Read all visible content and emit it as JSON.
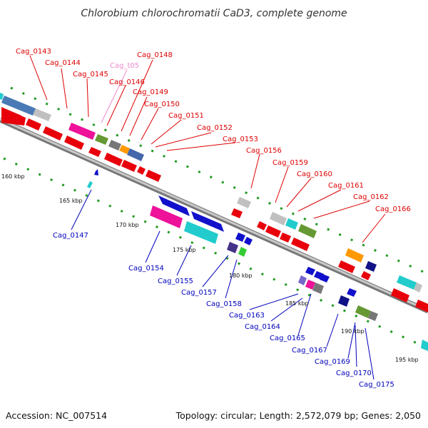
{
  "title": "Chlorobium chlorochromatii CaD3, complete genome",
  "accession": "Accession: NC_007514",
  "topology": "Topology: circular; Length: 2,572,079 bp; Genes: 2,050",
  "colors": {
    "forward_label": "#dd0000",
    "reverse_label": "#0000bb",
    "trna_label": "#ee88cc",
    "backbone": "#888888"
  },
  "kbp_ticks": [
    "160 kbp",
    "165 kbp",
    "170 kbp",
    "175 kbp",
    "180 kbp",
    "185 kbp",
    "190 kbp",
    "195 kbp"
  ],
  "forward_labels": [
    "Cag_0143",
    "Cag_0144",
    "Cag_0145",
    "Cag_t05",
    "Cag_0146",
    "Cag_0148",
    "Cag_0149",
    "Cag_0150",
    "Cag_0151",
    "Cag_0152",
    "Cag_0153",
    "Cag_0156",
    "Cag_0159",
    "Cag_0160",
    "Cag_0161",
    "Cag_0162",
    "Cag_0166"
  ],
  "reverse_labels": [
    "Cag_0147",
    "Cag_0154",
    "Cag_0155",
    "Cag_0157",
    "Cag_0158",
    "Cag_0163",
    "Cag_0164",
    "Cag_0165",
    "Cag_0167",
    "Cag_0169",
    "Cag_0170",
    "Cag_0175"
  ]
}
